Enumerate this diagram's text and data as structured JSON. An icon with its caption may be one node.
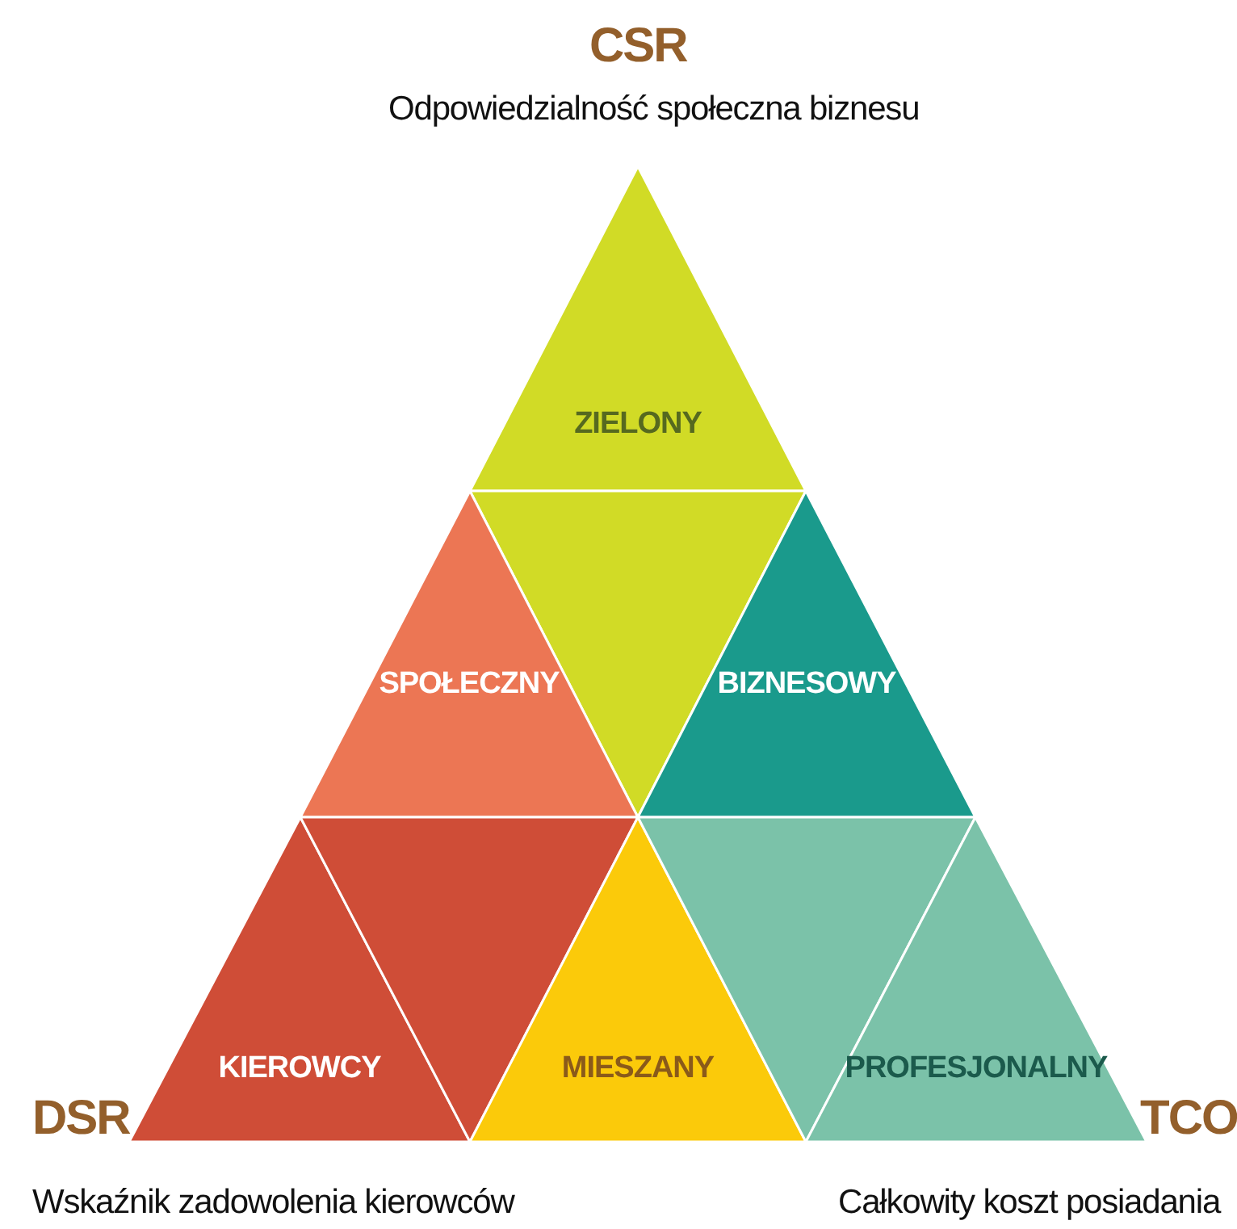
{
  "diagram": {
    "nodes": [
      {
        "text": [
          "ZIELONY"
        ]
      },
      {
        "text": [],
        "shape": "triangle"
      },
      {
        "text": [
          "SPOŁECZNY"
        ]
      },
      {
        "text": [
          "BIZNESOWY"
        ]
      },
      {
        "text": [
          "KIEROWCY"
        ]
      },
      {
        "text": [],
        "shape": "triangle"
      },
      {
        "text": [
          "MIESZANY"
        ]
      },
      {
        "text": [],
        "shape": "triangle"
      },
      {
        "text": [
          "PROFESJONALNY"
        ]
      }
    ],
    "labels": [
      "CSR",
      "Odpowiedzialność społeczna biznesu",
      "DSR",
      "TCO",
      "Wskaźnik zadowolenia kierowców",
      "Całkowity koszt posiadania"
    ]
  }
}
